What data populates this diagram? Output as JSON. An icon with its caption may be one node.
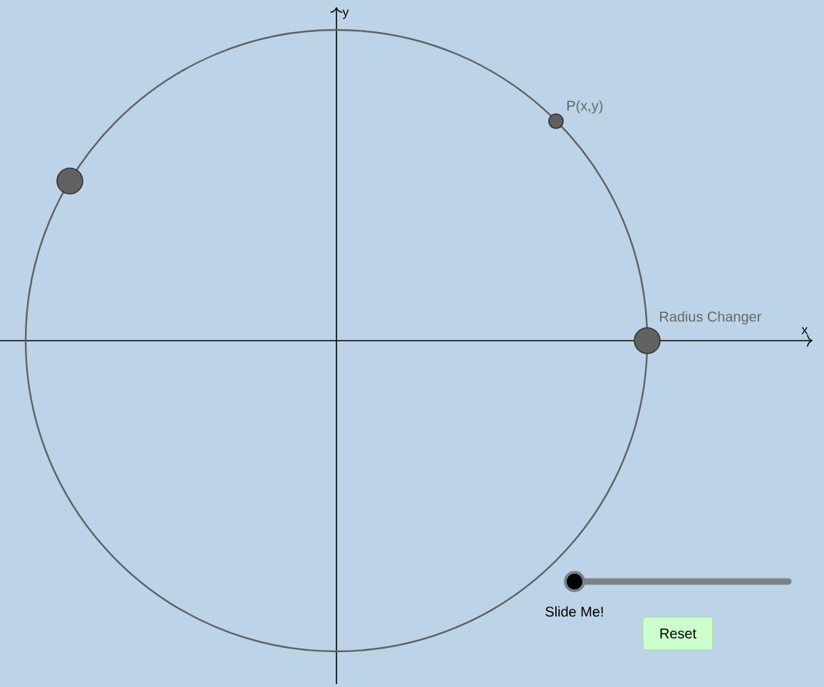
{
  "diagram": {
    "nodes": [
      {
        "text": [],
        "shape": "circle"
      },
      {
        "text": [],
        "shape": "circle",
        "beside": [
          "P(x,y)"
        ]
      },
      {
        "text": [],
        "shape": "circle",
        "beside": [
          "Radius Changer"
        ]
      },
      {
        "text": [
          "Reset"
        ]
      }
    ],
    "labels": [
      "y",
      "x",
      "Slide Me!"
    ]
  }
}
